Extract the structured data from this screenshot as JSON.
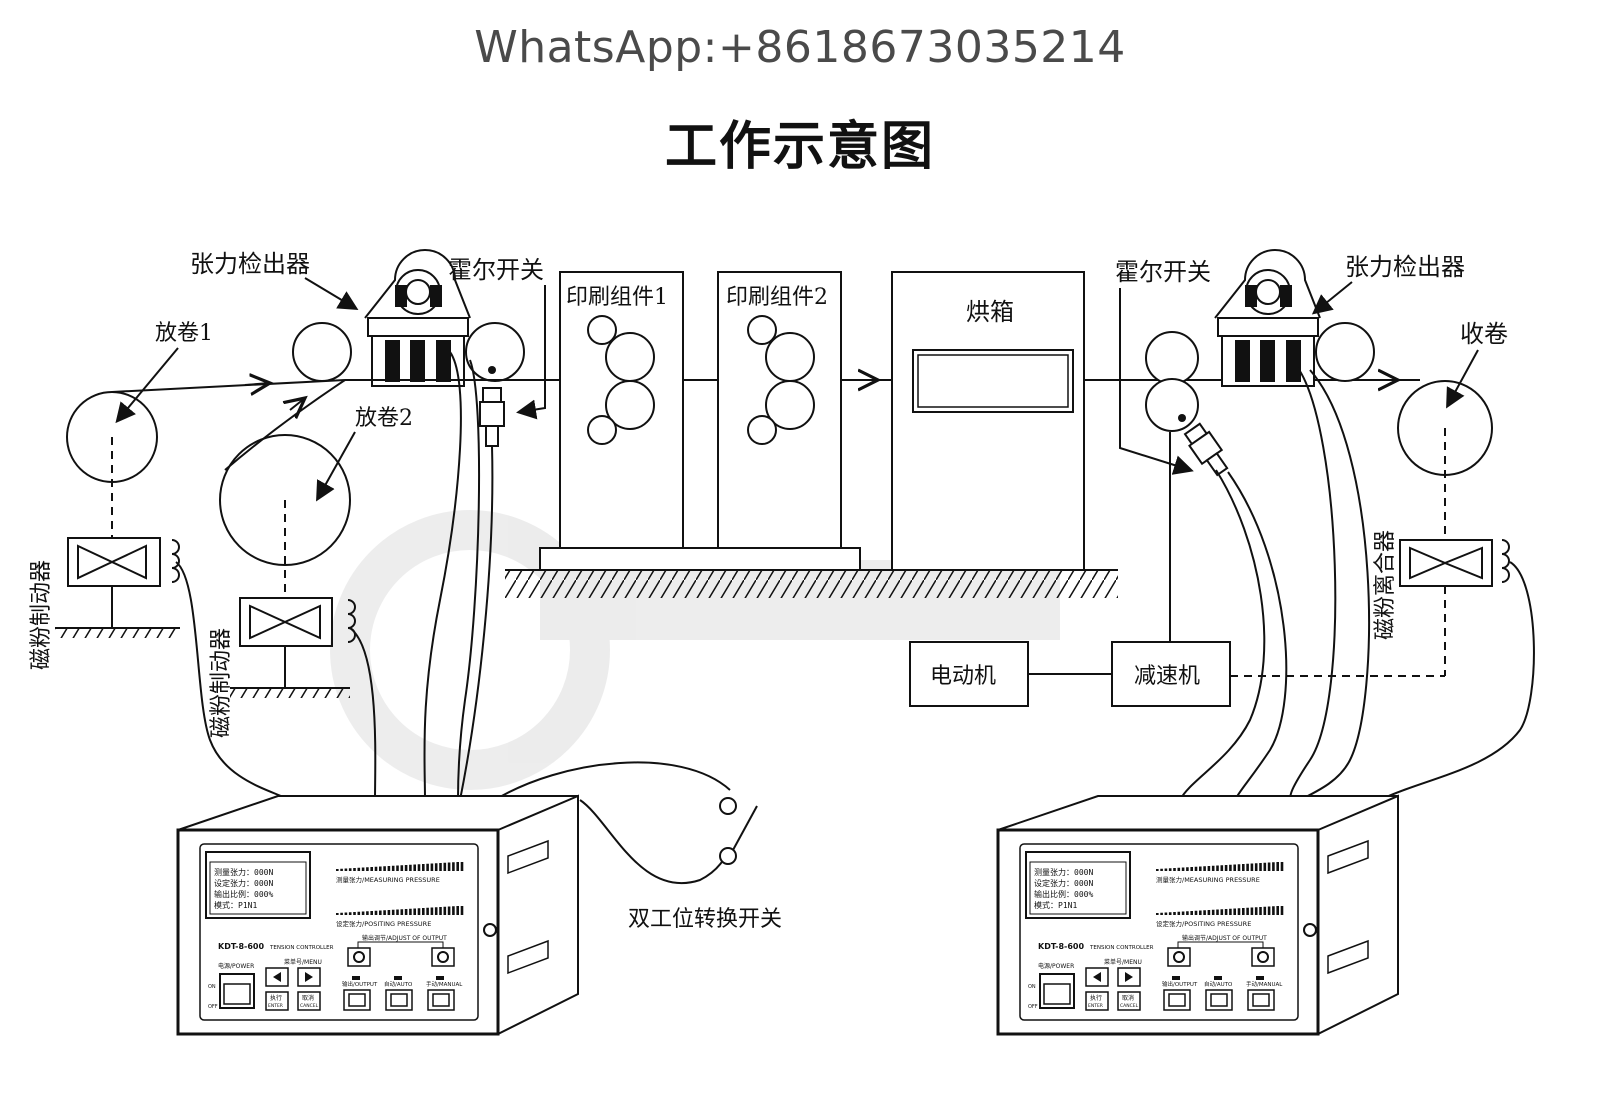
{
  "header": {
    "whatsapp": "WhatsApp:+8618673035214",
    "title": "工作示意图"
  },
  "labels": {
    "tension_detector_left": "张力检出器",
    "tension_detector_right": "张力检出器",
    "hall_switch_left": "霍尔开关",
    "hall_switch_right": "霍尔开关",
    "unwind1": "放卷1",
    "unwind2": "放卷2",
    "rewind": "收卷",
    "print_unit1": "印刷组件1",
    "print_unit2": "印刷组件2",
    "oven": "烘箱",
    "motor": "电动机",
    "reducer": "减速机",
    "mag_brake_1": "磁粉制动器",
    "mag_brake_2": "磁粉制动器",
    "mag_clutch": "磁粉离合器",
    "dual_switch": "双工位转换开关"
  },
  "controller": {
    "model": "KDT-8-600",
    "model_suffix": "TENSION CONTROLLER",
    "lcd_lines": [
      "测量张力：000N",
      "设定张力：000N",
      "输出比例：000%",
      "模式：P1N1"
    ],
    "bar1_label": "测量张力/MEASURING PRESSURE",
    "bar2_label": "设定张力/POSITING PRESSURE",
    "power_label": "电源/POWER",
    "on": "ON",
    "off": "OFF",
    "menu_label": "菜单号/MENU",
    "adjust_label": "输出调节/ADJUST OF OUTPUT",
    "enter_cn": "执行",
    "enter_en": "ENTER",
    "cancel_cn": "取消",
    "cancel_en": "CANCEL",
    "output_label": "输出/OUTPUT",
    "auto_label": "自动/AUTO",
    "manual_label": "手动/MANUAL"
  }
}
